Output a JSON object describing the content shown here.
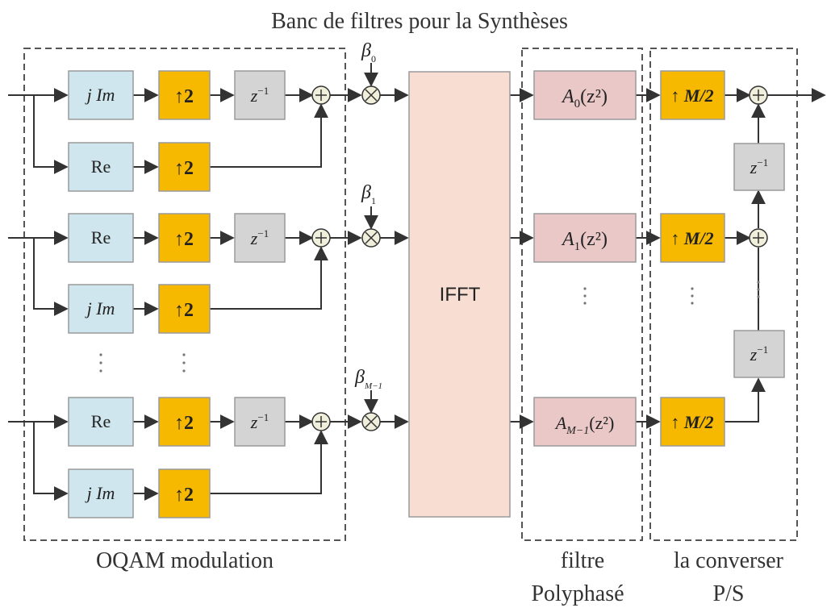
{
  "title": "Banc de filtres pour la Synthèses",
  "section_labels": {
    "oqam": "OQAM modulation",
    "polyphase_line1": "filtre",
    "polyphase_line2": "Polyphasé",
    "converter_line1": "la converser",
    "converter_line2": "P/S"
  },
  "block_labels": {
    "jim": "j Im",
    "re": "Re",
    "up2": "↑2",
    "delay": "z",
    "delay_exp": "−1",
    "ifft": "IFFT",
    "upM": "↑ M/2"
  },
  "betas": {
    "b0": "β",
    "b0_sub": "0",
    "b1": "β",
    "b1_sub": "1",
    "bM": "β",
    "bM_sub": "M−1"
  },
  "poly_filters": {
    "a0_base": "A",
    "a0_sub": "0",
    "a0_arg": "(z²)",
    "a1_base": "A",
    "a1_sub": "1",
    "a1_arg": "(z²)",
    "aM_base": "A",
    "aM_sub": "M−1",
    "aM_arg": "(z²)"
  },
  "colors": {
    "light_blue": "#cfe6ee",
    "orange": "#f7b800",
    "gray": "#d4d4d4",
    "pink": "#ebc8c8",
    "peach": "#f8ddd2",
    "line": "#333333"
  },
  "icons": {
    "adder": "circle-plus",
    "multiplier": "circle-times",
    "ellipsis": "vertical-dots"
  }
}
